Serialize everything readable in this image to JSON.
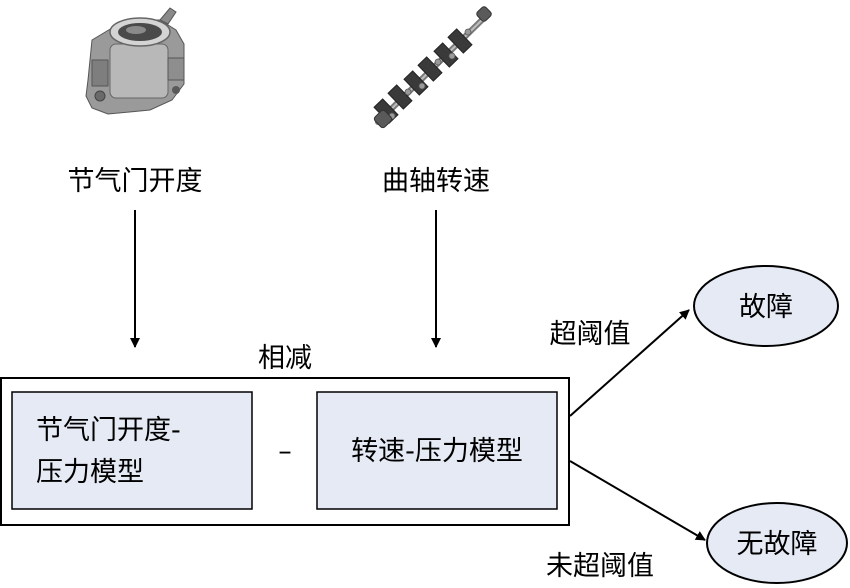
{
  "inputs": {
    "throttle": {
      "label": "节气门开度",
      "icon": "throttle-body-icon"
    },
    "crank": {
      "label": "曲轴转速",
      "icon": "crankshaft-icon"
    }
  },
  "subtract_label": "相减",
  "models": {
    "throttle_line1": "节气门开度-",
    "throttle_line2": "压力模型",
    "minus": "–",
    "speed": "转速-压力模型"
  },
  "branches": {
    "over_threshold": "超阈值",
    "under_threshold": "未超阈值"
  },
  "outcomes": {
    "fault": "故障",
    "no_fault": "无故障"
  },
  "colors": {
    "box_fill": "#e6eaf5",
    "ellipse_fill": "#e6eaf5",
    "stroke": "#000000"
  }
}
